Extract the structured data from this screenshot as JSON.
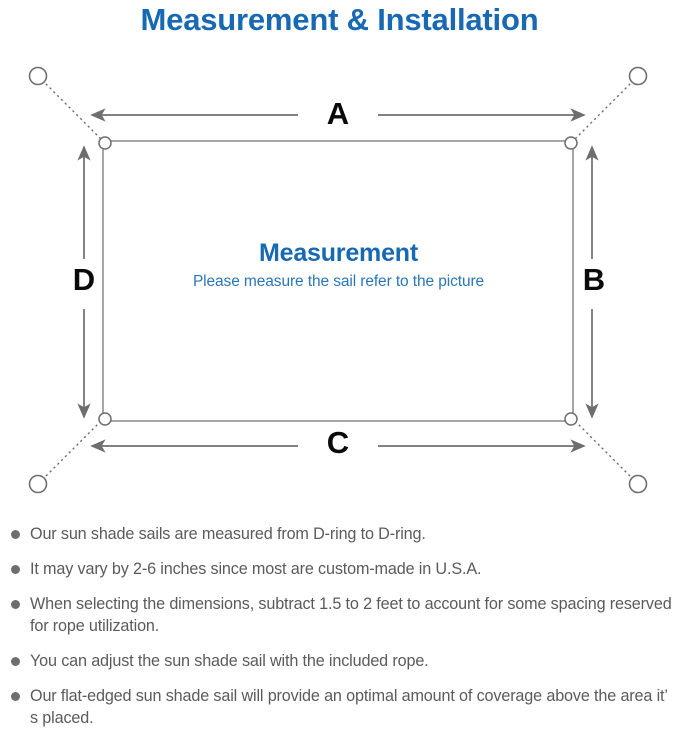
{
  "page": {
    "title": "Measurement & Installation",
    "title_color": "#1769b4",
    "background": "#ffffff"
  },
  "diagram": {
    "name": "sun-shade-sail-measurement-diagram",
    "sail": {
      "caption_headline": "Measurement",
      "caption_subline": "Please measure the sail refer to the picture",
      "caption_color": "#1769b4",
      "subcaption_color": "#2a76b8",
      "outline_color": "#808080"
    },
    "dimension_labels": [
      {
        "id": "A",
        "label": "A",
        "edge": "top",
        "color": "#0a0a0a"
      },
      {
        "id": "B",
        "label": "B",
        "edge": "right",
        "color": "#0a0a0a"
      },
      {
        "id": "C",
        "label": "C",
        "edge": "bottom",
        "color": "#0a0a0a"
      },
      {
        "id": "D",
        "label": "D",
        "edge": "left",
        "color": "#0a0a0a"
      }
    ],
    "anchor_points": [
      {
        "id": "top-left",
        "position": "top-left"
      },
      {
        "id": "top-right",
        "position": "top-right"
      },
      {
        "id": "bottom-left",
        "position": "bottom-left"
      },
      {
        "id": "bottom-right",
        "position": "bottom-right"
      }
    ],
    "d_rings": [
      {
        "id": "d-ring-top-left"
      },
      {
        "id": "d-ring-top-right"
      },
      {
        "id": "d-ring-bottom-left"
      },
      {
        "id": "d-ring-bottom-right"
      }
    ],
    "arrow_color": "#6e6e6e",
    "rope_style": "dotted"
  },
  "notes": {
    "bullet_color": "#6e6e6e",
    "text_color": "#5b5b5b",
    "items": [
      {
        "text": "Our sun shade sails are measured from D-ring to D-ring."
      },
      {
        "text": "It may vary by 2-6 inches since most are custom-made in U.S.A."
      },
      {
        "text": "When selecting the dimensions, subtract 1.5 to 2 feet to account for some spacing reserved for rope utilization."
      },
      {
        "text": "You can adjust the sun shade sail with the included rope."
      },
      {
        "text": "Our flat-edged sun shade sail will provide an optimal amount of coverage above the area it’ s placed."
      }
    ]
  }
}
